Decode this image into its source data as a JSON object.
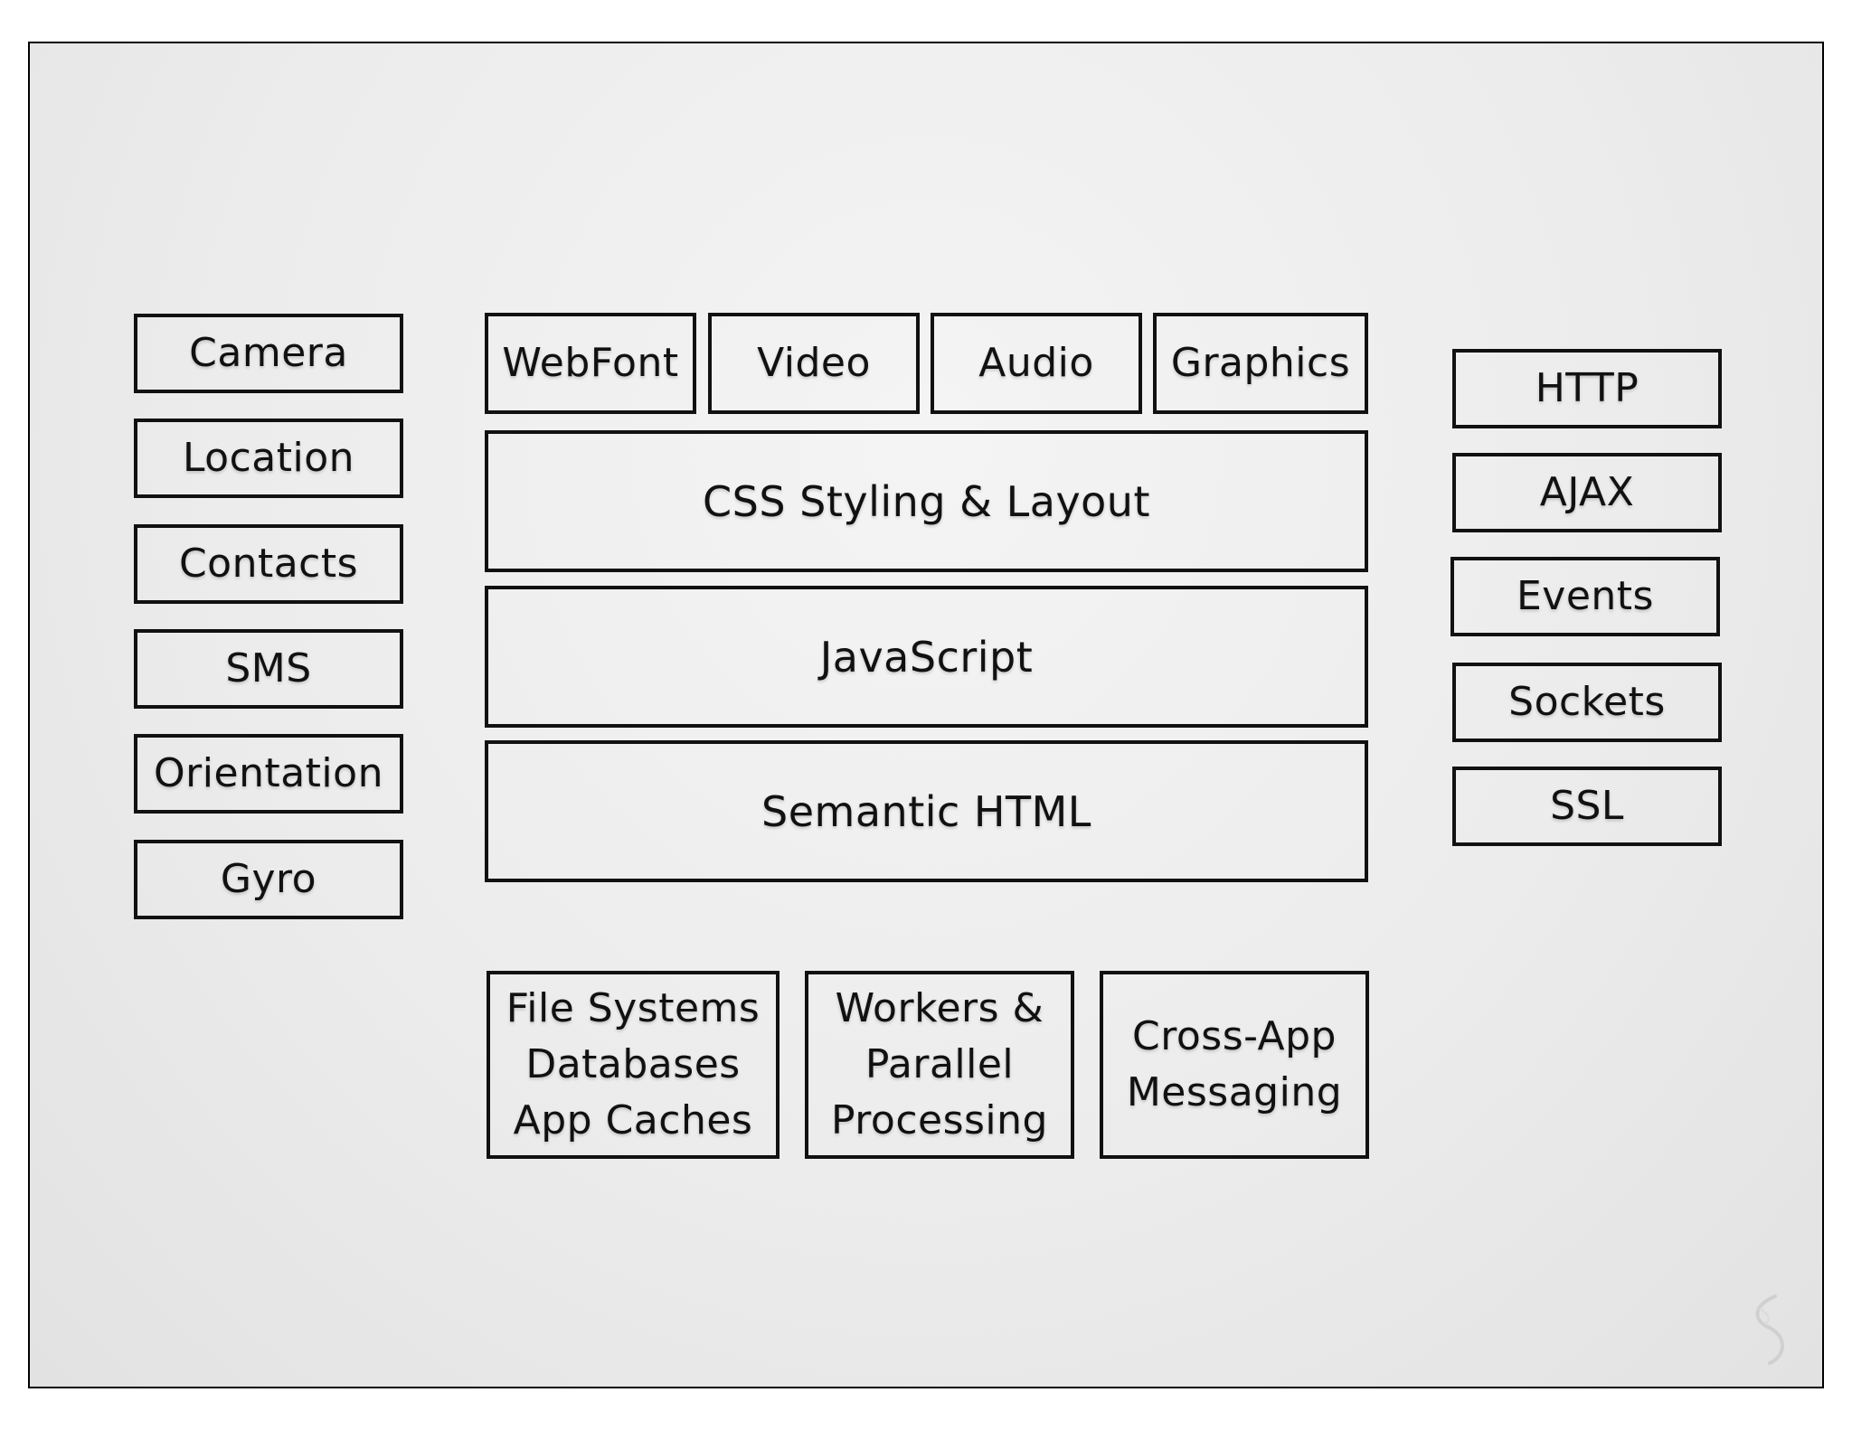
{
  "left_column": [
    "Camera",
    "Location",
    "Contacts",
    "SMS",
    "Orientation",
    "Gyro"
  ],
  "top_row": [
    "WebFont",
    "Video",
    "Audio",
    "Graphics"
  ],
  "stack": [
    "CSS Styling & Layout",
    "JavaScript",
    "Semantic HTML"
  ],
  "right_column": [
    "HTTP",
    "AJAX",
    "Events",
    "Sockets",
    "SSL"
  ],
  "bottom_row": [
    "File Systems\nDatabases\nApp Caches",
    "Workers &\nParallel\nProcessing",
    "Cross-App\nMessaging"
  ],
  "logo_icon": "swirl-logo-icon"
}
